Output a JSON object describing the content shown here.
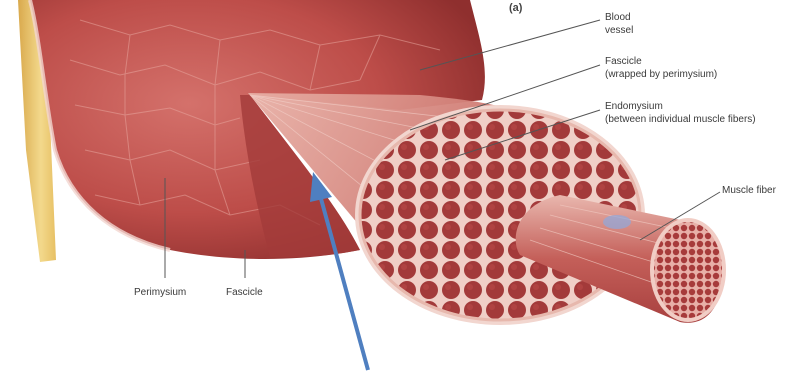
{
  "figure": {
    "panel_letter": "(a)",
    "labels": {
      "blood_vessel": [
        "Blood",
        "vessel"
      ],
      "fascicle_right": [
        "Fascicle",
        "(wrapped by perimysium)"
      ],
      "endomysium": [
        "Endomysium",
        "(between individual muscle fibers)"
      ],
      "muscle_fiber": "Muscle fiber",
      "perimysium": "Perimysium",
      "fascicle_bottom": "Fascicle"
    },
    "colors": {
      "muscle": "#c0504d",
      "muscle_dark": "#8e2f2d",
      "fascicle_cut": "#a8383a",
      "connective": "#f2d6cf",
      "tendon": "#e8c66e",
      "arrow": "#4f7fc0",
      "leader": "#555555"
    }
  }
}
